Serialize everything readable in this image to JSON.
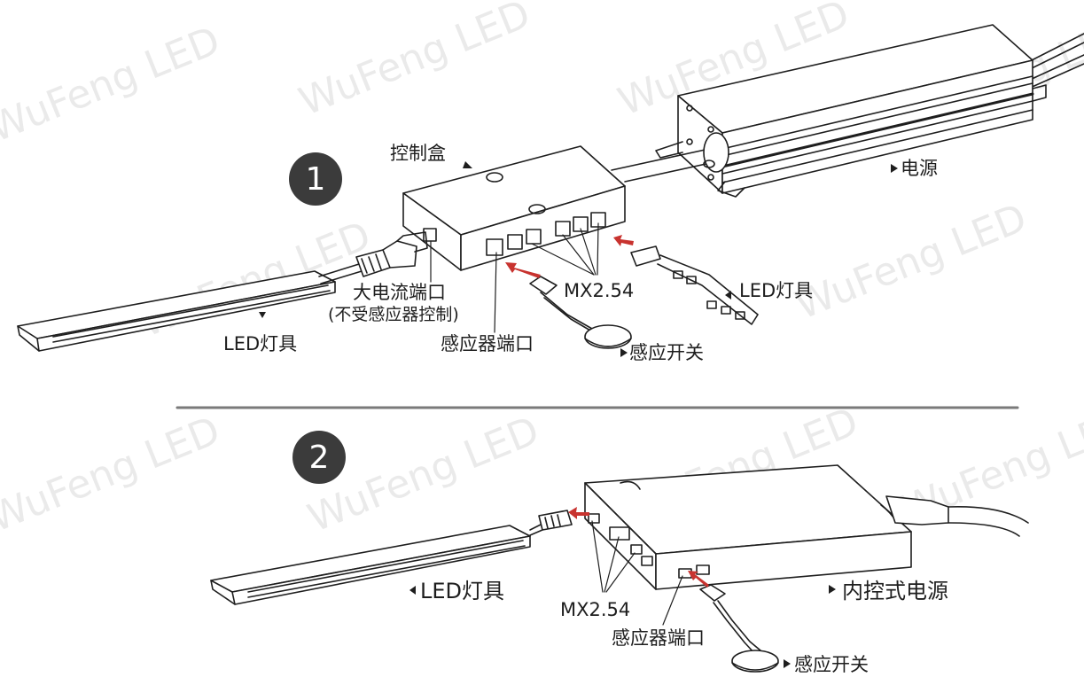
{
  "watermark": "WuFeng LED",
  "diagram1": {
    "number": "1",
    "labels": {
      "control_box": "控制盒",
      "power_supply": "电源",
      "high_current_port": "大电流端口",
      "not_sensor_controlled": "(不受感应器控制)",
      "mx_connector": "MX2.54",
      "led_strip": "LED灯具",
      "led_fixture": "LED灯具",
      "sensor_port": "感应器端口",
      "sensor_switch": "感应开关"
    }
  },
  "diagram2": {
    "number": "2",
    "labels": {
      "led_fixture": "LED灯具",
      "mx_connector": "MX2.54",
      "internal_power": "内控式电源",
      "sensor_port": "感应器端口",
      "sensor_switch": "感应开关"
    }
  },
  "colors": {
    "line": "#1e1e1e",
    "arrow": "#c8332f",
    "badge": "#3b3b3b",
    "divider": "#7a7a7a"
  }
}
